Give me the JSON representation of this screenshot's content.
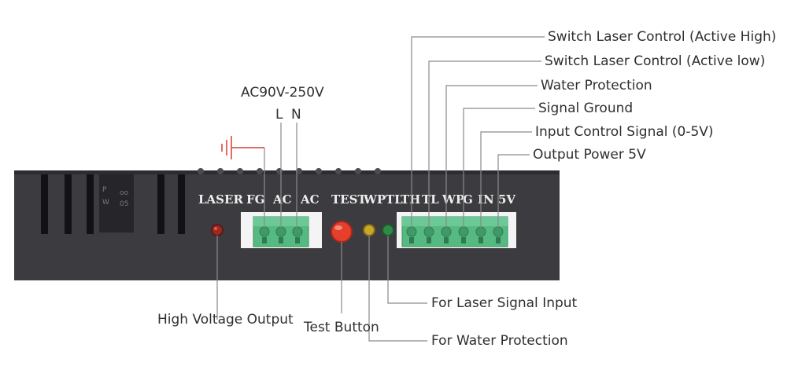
{
  "power_input": {
    "voltage": "AC90V-250V",
    "live": "L",
    "neutral": "N",
    "ground_icon": "ground-icon"
  },
  "panel": {
    "labels": [
      "LASER",
      "FG",
      "AC",
      "AC",
      "TEST",
      "WP",
      "TL",
      "TH",
      "TL",
      "WP",
      "G",
      "IN",
      "5V"
    ]
  },
  "callouts_right": [
    "Switch Laser Control (Active High)",
    "Switch Laser Control (Active low)",
    "Water Protection",
    "Signal Ground",
    "Input Control Signal (0-5V)",
    "Output Power 5V"
  ],
  "callouts_bottom": {
    "high_voltage": "High Voltage Output",
    "test_button": "Test Button",
    "laser_signal": "For Laser Signal Input",
    "water_protection": "For Water Protection"
  },
  "colors": {
    "panel": "#3c3b3f",
    "terminal": "#56b981",
    "test_button": "#e6402d",
    "laser_led": "#9b2a22",
    "wp_led": "#c8a829",
    "tl_led": "#2f8a45",
    "ground_symbol": "#d93a34"
  }
}
